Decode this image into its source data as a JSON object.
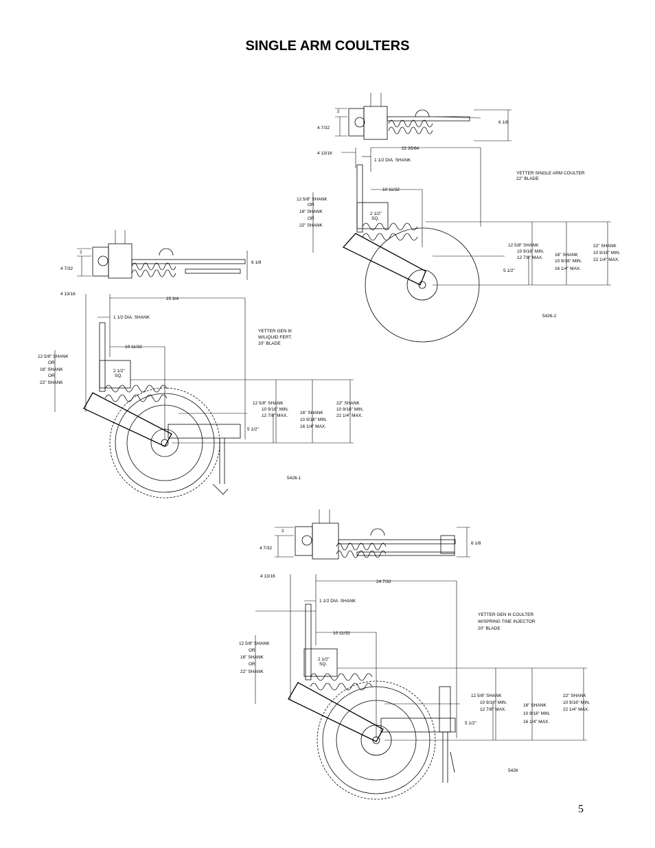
{
  "page": {
    "title": "SINGLE ARM COULTERS",
    "number": "5"
  },
  "fig1": {
    "dim_2": "2",
    "dim_4_7_32": "4 7/32",
    "dim_6_1_8": "6 1/8",
    "dim_4_13_16": "4 13/16",
    "dim_overall": "22 35/64",
    "shank_dia": "1 1/2 DIA. SHANK",
    "dim_10_11_32": "10 11/32",
    "shank_opts": [
      "12 5/8\" SHANK",
      "OR",
      "16\" SHANK",
      "OR",
      "22\" SHANK"
    ],
    "caption": [
      "YETTER SINGLE ARM COULTER",
      "22\" BLADE"
    ],
    "sq": [
      "2 1/2\"",
      "SQ."
    ],
    "col1": [
      "12 5/8\" SHANK",
      "10 9/16\" MIN.",
      "12 7/8\" MAX."
    ],
    "col2": [
      "16\" SHANK",
      "10 9/16\" MIN.",
      "16 1/4\" MAX."
    ],
    "col3": [
      "22\" SHANK",
      "10 9/16\" MIN.",
      "22 1/4\" MAX."
    ],
    "dim_5_1_2": "5 1/2\"",
    "drawing_no": "5426-2"
  },
  "fig2": {
    "dim_2": "2",
    "dim_4_7_32": "4 7/32",
    "dim_6_1_8": "6 1/8",
    "dim_4_13_16": "4 13/16",
    "dim_overall": "25 3/4",
    "shank_dia": "1 1/2 DIA. SHANK",
    "dim_10_11_32": "10 11/32",
    "shank_opts": [
      "12 5/8\" SHANK",
      "OR",
      "16\" SHANK",
      "OR",
      "22\" SHANK"
    ],
    "caption": [
      "YETTER GEN III",
      "W/LIQUID FERT.",
      "20\" BLADE"
    ],
    "sq": [
      "2 1/2\"",
      "SQ."
    ],
    "col1": [
      "12 5/8\" SHANK",
      "10 9/16\" MIN.",
      "12 7/8\" MAX."
    ],
    "col2": [
      "16\" SHANK",
      "10 9/16\" MIN.",
      "16 1/4\" MAX."
    ],
    "col3": [
      "22\" SHANK",
      "10 9/16\" MIN.",
      "22 1/4\" MAX."
    ],
    "dim_5_1_2": "5 1/2\"",
    "drawing_no": "5426-1"
  },
  "fig3": {
    "dim_2": "2",
    "dim_4_7_32": "4 7/32",
    "dim_6_1_8": "6 1/8",
    "dim_4_13_16": "4 13/16",
    "dim_overall": "24 7/32",
    "shank_dia": "1 1/2 DIA. SHANK",
    "dim_10_11_32": "10 11/32",
    "shank_opts": [
      "12 5/8\" SHANK",
      "OR",
      "16\" SHANK",
      "OR",
      "22\" SHANK"
    ],
    "caption": [
      "YETTER GEN III COULTER",
      "W/SPRING TINE INJECTOR",
      "20\" BLADE"
    ],
    "sq": [
      "2 1/2\"",
      "SQ."
    ],
    "col1": [
      "12 5/8\" SHANK",
      "10 9/16\" MIN.",
      "12 7/8\" MAX."
    ],
    "col2": [
      "16\" SHANK",
      "10 9/16\" MIN.",
      "16 1/4\" MAX."
    ],
    "col3": [
      "22\" SHANK",
      "10 9/16\" MIN.",
      "22 1/4\" MAX."
    ],
    "dim_5_1_2": "5 1/2\"",
    "drawing_no": "5426"
  }
}
